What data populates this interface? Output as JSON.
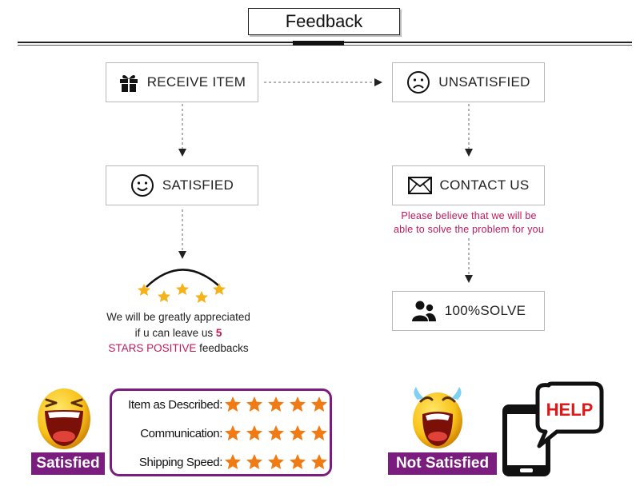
{
  "header": {
    "title": "Feedback"
  },
  "flow": {
    "receive": {
      "label": "RECEIVE ITEM",
      "icon": "gift-icon"
    },
    "unsatisfied": {
      "label": "UNSATISFIED",
      "icon": "sad-face-icon"
    },
    "satisfied": {
      "label": "SATISFIED",
      "icon": "smile-face-icon"
    },
    "contact": {
      "label": "CONTACT US",
      "icon": "envelope-icon"
    },
    "contact_note_line1": "Please believe that we will be",
    "contact_note_line2": "able to solve the problem for you",
    "solve": {
      "label": "100%SOLVE",
      "icon": "people-icon"
    }
  },
  "appreciation": {
    "line1": "We will be greatly appreciated",
    "line2_pre": "if u can leave us ",
    "line2_num": "5",
    "line3_pink": "STARS POSITIVE",
    "line3_rest": " feedbacks"
  },
  "rating_card": {
    "rows": [
      {
        "label": "Item as Described:",
        "stars": 5
      },
      {
        "label": "Communication:",
        "stars": 5
      },
      {
        "label": "Shipping Speed:",
        "stars": 5
      }
    ]
  },
  "tags": {
    "satisfied": "Satisfied",
    "not_satisfied": "Not Satisfied"
  },
  "phone": {
    "bubble_text": "HELP"
  },
  "colors": {
    "accent_purple": "#7b1c7f",
    "note_pink": "#c2185b",
    "star_orange": "#f07a14",
    "star_gold": "#f4b21b",
    "help_red": "#e01818"
  }
}
